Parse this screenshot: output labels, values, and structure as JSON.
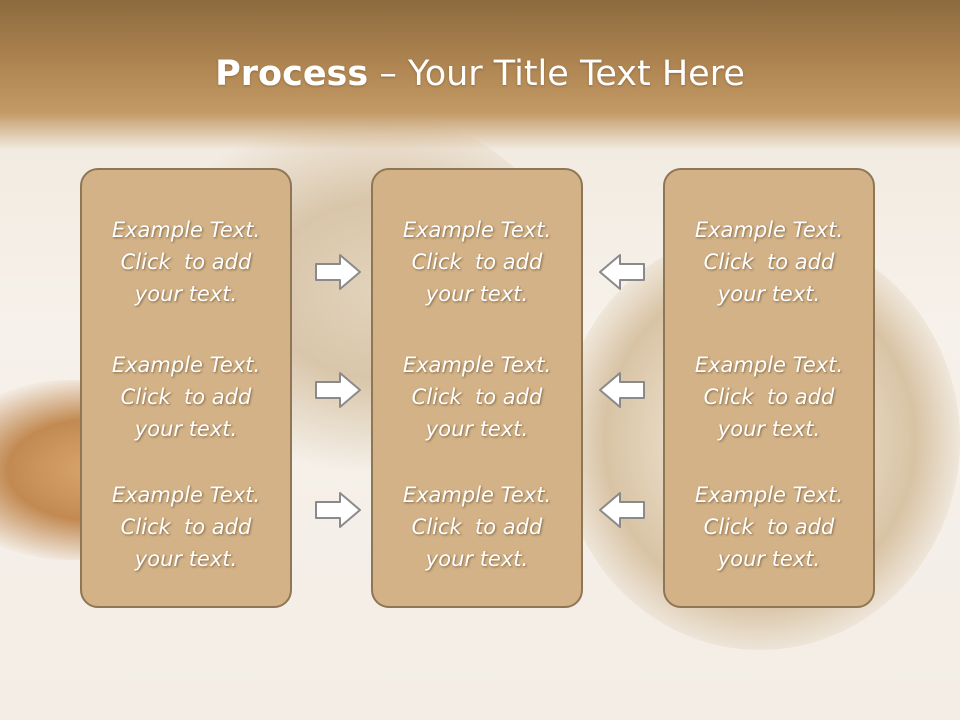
{
  "slide": {
    "title_bold": "Process",
    "title_rest": " – Your Title Text Here"
  },
  "columns": [
    {
      "items": [
        [
          "Example Text.",
          "Click  to add",
          "your text."
        ],
        [
          "Example Text.",
          "Click  to add",
          "your text."
        ],
        [
          "Example Text.",
          "Click  to add",
          "your text."
        ]
      ]
    },
    {
      "items": [
        [
          "Example Text.",
          "Click  to add",
          "your text."
        ],
        [
          "Example Text.",
          "Click  to add",
          "your text."
        ],
        [
          "Example Text.",
          "Click  to add",
          "your text."
        ]
      ]
    },
    {
      "items": [
        [
          "Example Text.",
          "Click  to add",
          "your text."
        ],
        [
          "Example Text.",
          "Click  to add",
          "your text."
        ],
        [
          "Example Text.",
          "Click  to add",
          "your text."
        ]
      ]
    }
  ],
  "arrows": {
    "left_group": [
      "right-arrow-icon",
      "right-arrow-icon",
      "right-arrow-icon"
    ],
    "right_group": [
      "left-arrow-icon",
      "left-arrow-icon",
      "left-arrow-icon"
    ]
  },
  "colors": {
    "header": "#b08652",
    "panel_fill": "#d2b286",
    "panel_border": "#8f7654",
    "text": "#ffffff"
  }
}
